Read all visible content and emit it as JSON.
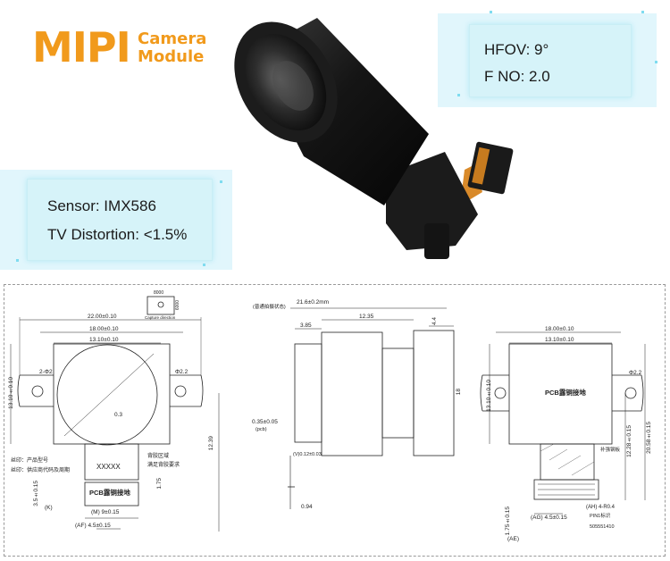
{
  "header": {
    "brand_main": "MIPI",
    "brand_sub_line1": "Camera",
    "brand_sub_line2": "Module"
  },
  "specs_right": {
    "hfov": "HFOV: 9°",
    "fno": "F NO: 2.0"
  },
  "specs_left": {
    "sensor": "Sensor: IMX586",
    "distortion": "TV Distortion: <1.5%"
  },
  "drawing": {
    "front_view": {
      "dim_width_total": "22.00±0.10",
      "dim_width_mid": "18.00±0.10",
      "dim_width_inner": "13.10±0.10",
      "dim_height_left": "13.10±0.10",
      "dim_height_right": "12.39",
      "dim_hole_left": "2-Φ2",
      "dim_hole_right": "Φ2.2",
      "dim_center": "0.3",
      "dim_bottom_offset": "3.5±0.15",
      "dim_bottom_offset_tag": "(K)",
      "dim_bottom_width": "(M) 9±0.15",
      "dim_bottom_width2": "(AF) 4.5±0.15",
      "dim_flex_h": "1.75",
      "label_sensor_mark": "XXXXX",
      "label_pcb": "PCB露铜接地",
      "label_note1": "丝印：产品型号",
      "label_note2": "丝印：供应商代码及周期",
      "label_note3": "背胶区域",
      "label_note4": "满足背胶要求",
      "capture_box_top": "8000",
      "capture_box_side": "6000",
      "capture_box_caption": "Capture direction"
    },
    "side_view": {
      "dim_note": "(普通拍摄状态)",
      "dim_total": "21.6±0.2mm",
      "dim_body": "12.35",
      "dim_front": "3.85",
      "dim_tail": "4.4",
      "dim_height": "18",
      "dim_pcb": "0.35±0.05",
      "dim_pcb_tag": "(pcb)",
      "dim_stiff": "(V)0.12±0.03",
      "dim_flex": "0.94"
    },
    "back_view": {
      "dim_width_mid": "18.00±0.10",
      "dim_width_inner": "13.10±0.10",
      "dim_height_left": "13.10±0.10",
      "dim_height_right1": "12.28±0.15",
      "dim_height_right2": "20.58±0.15",
      "dim_hole": "Φ2.2",
      "label_pcb": "PCB露铜接地",
      "label_stiffener": "补强钢板",
      "label_connector": "(AH) 4-R0.4",
      "label_pin": "PIN1标识",
      "label_part": "505551410",
      "dim_bottom": "(AG) 4.5±0.15",
      "dim_offset": "1.75±0.15",
      "dim_offset_tag": "(AE)"
    }
  }
}
